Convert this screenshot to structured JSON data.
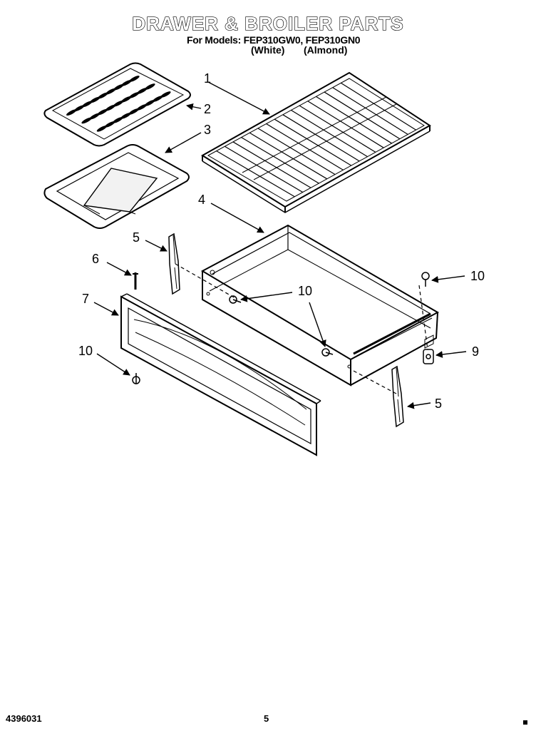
{
  "header": {
    "title": "DRAWER & BROILER PARTS",
    "models_line": "For Models: FEP310GW0, FEP310GN0",
    "variant_white": "(White)",
    "variant_almond": "(Almond)"
  },
  "callouts": {
    "part_1": "1",
    "part_2": "2",
    "part_3": "3",
    "part_4": "4",
    "part_5_top": "5",
    "part_5_bottom": "5",
    "part_6": "6",
    "part_7": "7",
    "part_9": "9",
    "part_10_center": "10",
    "part_10_right": "10",
    "part_10_left": "10"
  },
  "footer": {
    "doc_number": "4396031",
    "page_number": "5"
  }
}
